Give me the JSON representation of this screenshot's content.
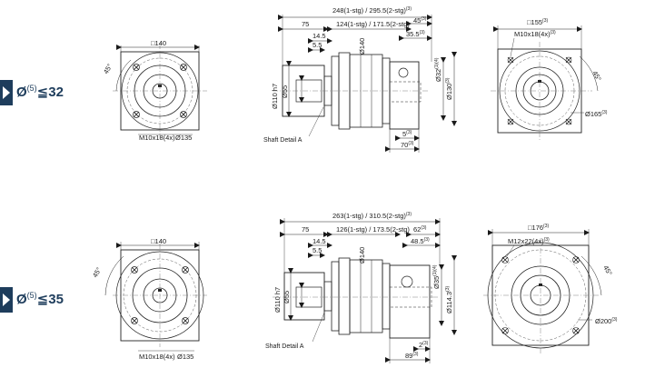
{
  "rows": [
    {
      "label": {
        "prefix": "Ø",
        "sup": "(5)",
        "suffix": "≦32"
      },
      "front": {
        "square": "□140",
        "bolt": "M10x18(4x)",
        "pcd": "Ø135",
        "angle": "45°"
      },
      "side": {
        "overall": "248(1-stg) / 295.5(2-stg)",
        "overall_note": "(3)",
        "d75": "75",
        "d124": "124(1-stg) / 171.5(2-stg)",
        "d45": "45",
        "d45_note": "(3)",
        "d145": "14.5",
        "d55": "5.5",
        "d140": "Ø140",
        "d355": "35.5",
        "d355_note": "(3)",
        "d110": "Ø110 h7",
        "d55dia": "Ø55",
        "d32": "Ø32",
        "d32_note": "(1)(4)",
        "d130": "Ø130",
        "d130_note": "(3)",
        "d5": "5",
        "d5_note": "(3)",
        "d70": "70",
        "d70_note": "(3)",
        "shaft": "Shaft Detail A"
      },
      "rear": {
        "square": "□155",
        "square_note": "(3)",
        "bolt": "M10x18(4x)",
        "bolt_note": "(3)",
        "pcd": "Ø165",
        "pcd_note": "(3)",
        "angle": "45°"
      }
    },
    {
      "label": {
        "prefix": "Ø",
        "sup": "(5)",
        "suffix": "≦35"
      },
      "front": {
        "square": "□140",
        "bolt": "M10x18(4x)",
        "pcd": "Ø135",
        "angle": "45°"
      },
      "side": {
        "overall": "263(1-stg) / 310.5(2-stg)",
        "overall_note": "(3)",
        "d75": "75",
        "d124": "126(1-stg) / 173.5(2-stg)",
        "d45": "62",
        "d45_note": "(3)",
        "d145": "14.5",
        "d55": "5.5",
        "d140": "Ø140",
        "d355": "48.5",
        "d355_note": "(3)",
        "d110": "Ø110 h7",
        "d55dia": "Ø55",
        "d32": "Ø35",
        "d32_note": "(1)(4)",
        "d130": "Ø114.3",
        "d130_note": "(3)",
        "d5": "2",
        "d5_note": "(3)",
        "d70": "89",
        "d70_note": "(3)",
        "shaft": "Shaft Detail A"
      },
      "rear": {
        "square": "□176",
        "square_note": "(3)",
        "bolt": "M12x22(4x)",
        "bolt_note": "(3)",
        "pcd": "Ø200",
        "pcd_note": "(3)",
        "angle": "45°"
      }
    }
  ]
}
